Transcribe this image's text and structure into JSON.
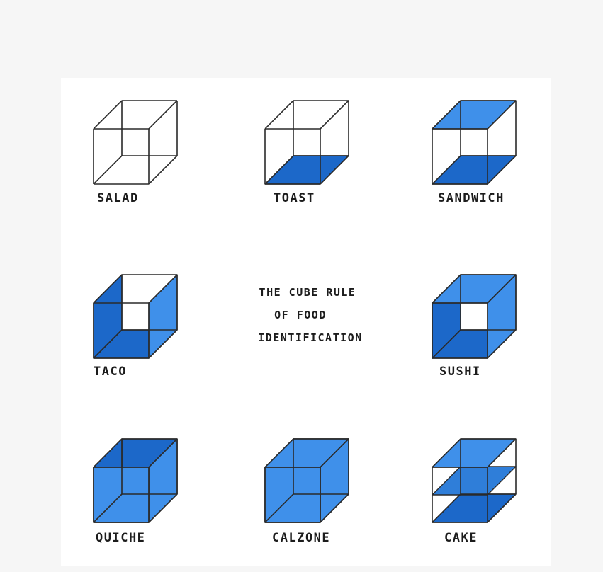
{
  "title_lines": [
    "THE CUBE RULE",
    "OF FOOD",
    "IDENTIFICATION"
  ],
  "colors": {
    "light_blue": "#3f90ea",
    "dark_blue": "#1c68c9",
    "medium_blue": "#2f7ed9",
    "edge": "#2a2a2a",
    "panel": "#ffffff",
    "background": "#f6f6f6"
  },
  "foods": [
    {
      "name": "SALAD",
      "filled_faces": []
    },
    {
      "name": "TOAST",
      "filled_faces": [
        "bottom"
      ]
    },
    {
      "name": "SANDWICH",
      "filled_faces": [
        "top",
        "bottom"
      ]
    },
    {
      "name": "TACO",
      "filled_faces": [
        "bottom",
        "left",
        "right"
      ]
    },
    {
      "name": "SUSHI",
      "filled_faces": [
        "top",
        "bottom",
        "left",
        "right"
      ]
    },
    {
      "name": "QUICHE",
      "filled_faces": [
        "bottom",
        "left",
        "right",
        "back",
        "front"
      ]
    },
    {
      "name": "CALZONE",
      "filled_faces": [
        "top",
        "bottom",
        "left",
        "right",
        "back",
        "front"
      ]
    },
    {
      "name": "CAKE",
      "filled_faces": [
        "top",
        "middle",
        "bottom"
      ]
    }
  ]
}
